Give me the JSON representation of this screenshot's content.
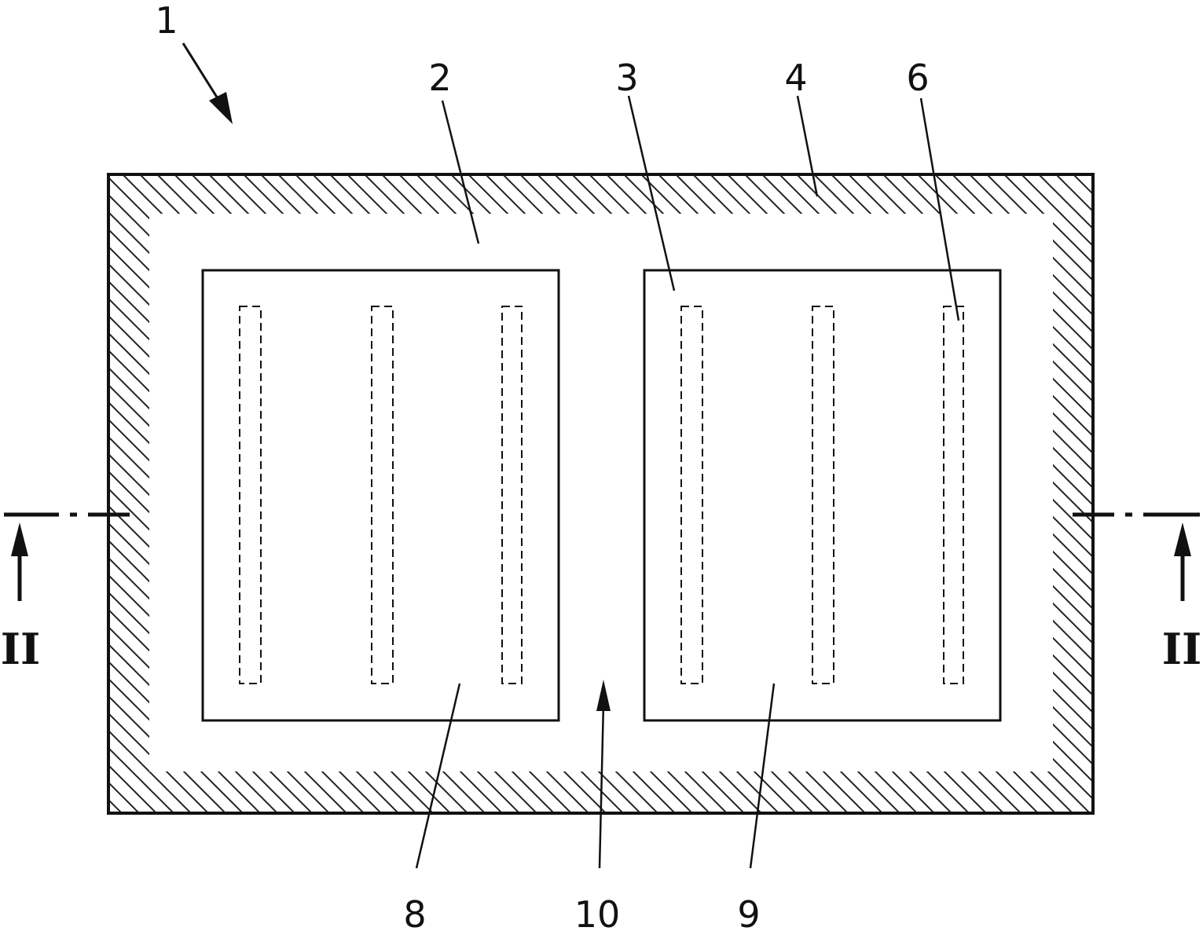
{
  "figure": {
    "ref_labels": {
      "device": "1",
      "region_2": "2",
      "element_3": "3",
      "frame_4": "4",
      "strip_6": "6",
      "area_8": "8",
      "area_9": "9",
      "gap_10": "10"
    },
    "section_marks": {
      "left": "II",
      "right": "II"
    }
  }
}
